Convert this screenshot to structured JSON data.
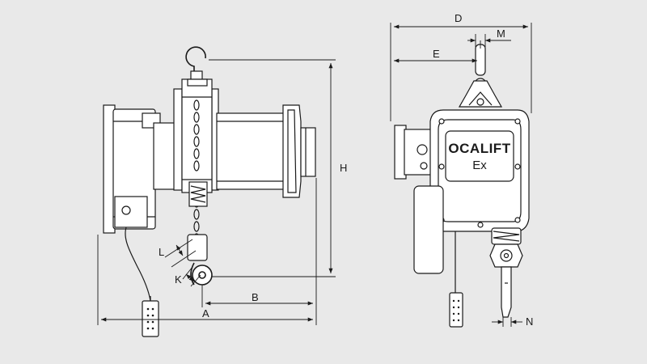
{
  "diagram": {
    "dimension_labels": {
      "A": "A",
      "B": "B",
      "H": "H",
      "K": "K",
      "L": "L",
      "D": "D",
      "E": "E",
      "M": "M",
      "N": "N"
    },
    "nameplate": {
      "brand": "OCALIFT",
      "model": "Ex"
    },
    "colors": {
      "background": "#e9e9e9",
      "line": "#1a1a1a",
      "fill": "#ffffff"
    }
  }
}
